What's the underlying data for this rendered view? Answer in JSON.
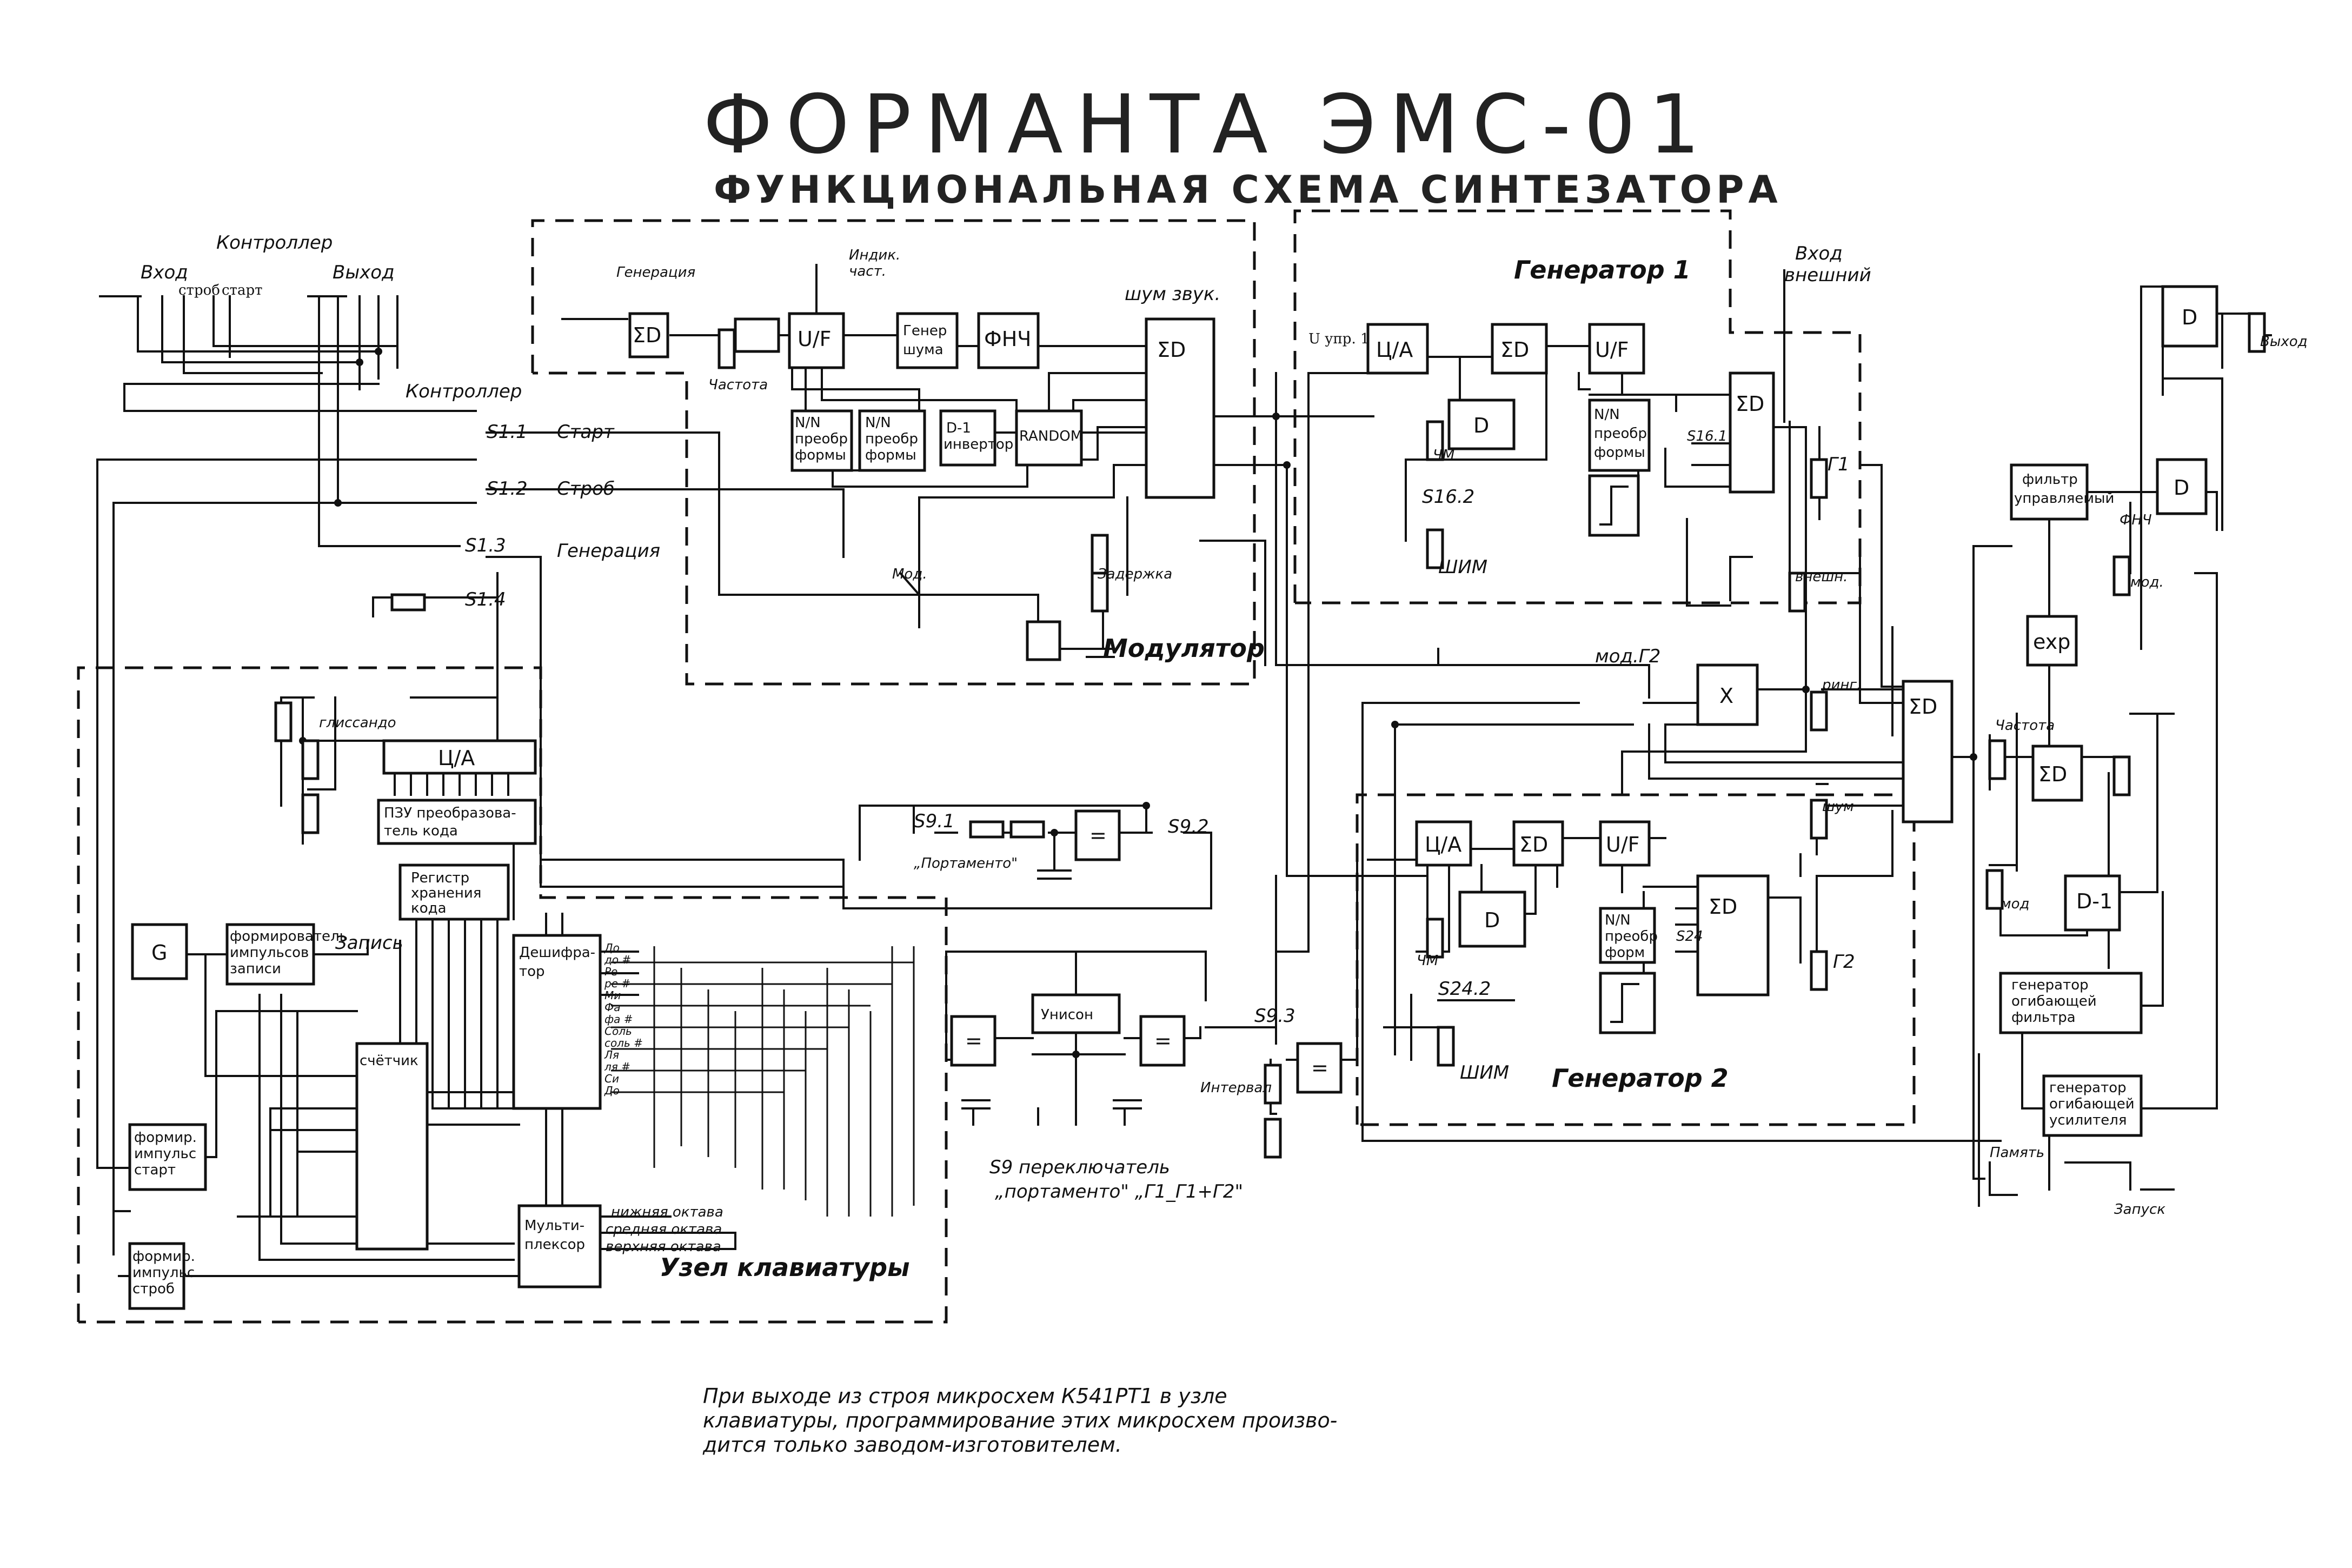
{
  "title": "ФОРМАНТА ЭМС-01",
  "subtitle": "ФУНКЦИОНАЛЬНАЯ СХЕМА СИНТЕЗАТОРА",
  "note_lines": [
    "При выходе из строя микросхем К541РТ1 в узле",
    "клавиатуры, программирование этих микросхем произво-",
    "дится только заводом-изготовителем."
  ],
  "sections": {
    "modulator": "Модулятор",
    "generator1": "Генератор 1",
    "generator2": "Генератор 2",
    "keyboard": "Узел клавиатуры",
    "s9_caption_1": "S9 переключатель",
    "s9_caption_2": "„портаменто\" „Г1_Г1+Г2\""
  },
  "blocks": {
    "uf_mod": "U/F",
    "noise_gen": "Генер. шума",
    "lpf_mod": "ФНЧ",
    "shape_conv_1": "N/N преобр. формы",
    "shape_conv_2": "N/N преобр. формы",
    "d_inverter": "D-1 инвертор",
    "random": "RANDOM",
    "sum_mod": "ΣD",
    "sum_tune": "ΣD",
    "da_g1": "Ц/А",
    "sum_g1": "ΣD",
    "uf_g1": "U/F",
    "conv_g1": "N/N преобр. формы",
    "mix_g1": "ΣD",
    "amp_g1": "D",
    "da_g2": "Ц/А",
    "sum_g2": "ΣD",
    "uf_g2": "U/F",
    "conv_g2": "N/N преобр. форм",
    "mix_g2": "ΣD",
    "amp_g2": "D",
    "ring_mult": "X",
    "sum_master": "ΣD",
    "exp": "exp",
    "filter": "фильтр управляемый",
    "vca_out": "D",
    "vca_filter": "D",
    "sum_freq": "ΣD",
    "d1_right": "D-1",
    "env_filter": "генератор огибающей фильтра",
    "env_amp": "генератор огибающей усилителя",
    "da_kb": "Ц/А",
    "rom": "ПЗУ преобразователь кода",
    "code_reg": "Регистр хранения кода",
    "osc_g": "G",
    "pulse_former": "формирователь импульсов записи",
    "counter": "счётчик",
    "decoder": "Дешифратор",
    "multiplexer": "Мультиплексор",
    "pulse_start": "формир. импульс старт",
    "pulse_strobe": "формир. импульс строб",
    "portamento_buf": "=",
    "g1_buf": "=",
    "g2_buf": "=",
    "unison": "Унисон",
    "interval_buf": "=",
    "sum_int": "="
  },
  "labels": {
    "controller_top": "Контроллер",
    "vhod": "Вход",
    "vyhod": "Выход",
    "strob": "строб",
    "start": "старт",
    "controller_sw": "Контроллер",
    "s11": "S1.1",
    "s11_label": "Старт",
    "s12": "S1.2",
    "s12_label": "Строб",
    "s13": "S1.3",
    "s13_label": "Генерация",
    "s14": "S1.4",
    "generation": "Генерация",
    "chastota_mod": "Частота",
    "indik": "Индик. част.",
    "shum_zvuk": "шум звук.",
    "mod_label": "Мод.",
    "zaderzhka": "Задержка",
    "glissando": "глиссандо",
    "zapis": "Запись",
    "s91": "S9.1",
    "s92": "S9.2",
    "s93": "S9.3",
    "portamento": "„Портаменто\"",
    "interval": "Интервал",
    "u_upr": "U упр. 1",
    "chm1": "ЧМ",
    "s16_2": "S16.2",
    "s16_1": "S16.1",
    "shim1": "ШИМ",
    "g1_pot": "Г1",
    "vhod_vnesh": "Вход внешний",
    "vnesh": "внешн.",
    "mod_g2": "мод.Г2",
    "ring": "ринг.",
    "shum_pot": "шум",
    "chm2": "ЧМ",
    "s24_2": "S24.2",
    "s24": "S24",
    "shim2": "ШИМ",
    "g2_pot": "Г2",
    "chastota_right": "Частота",
    "mod_right": "мод.",
    "mod_right2": "мод",
    "vyhod_right": "Выход",
    "fnch_right": "ФНЧ",
    "pamyat": "Память",
    "zapusk": "Запуск",
    "octave_low": "нижняя октава",
    "octave_mid": "средняя октава",
    "octave_high": "верхняя октава",
    "notes": [
      "До",
      "до #",
      "Ре",
      "ре #",
      "Ми",
      "Фа",
      "фа #",
      "Соль",
      "соль #",
      "Ля",
      "ля #",
      "Си",
      "До"
    ]
  }
}
